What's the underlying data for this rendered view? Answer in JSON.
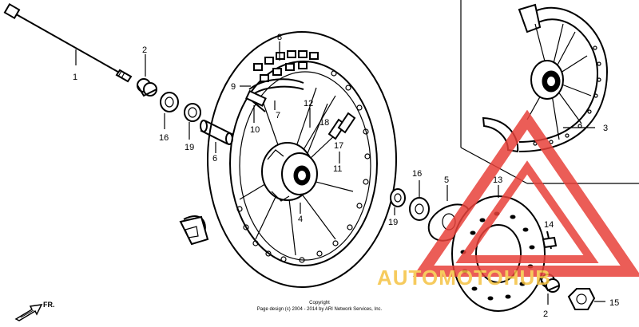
{
  "callouts": [
    {
      "id": "1",
      "label": "1"
    },
    {
      "id": "2a",
      "label": "2"
    },
    {
      "id": "16a",
      "label": "16"
    },
    {
      "id": "19a",
      "label": "19"
    },
    {
      "id": "6",
      "label": "6"
    },
    {
      "id": "8",
      "label": "8"
    },
    {
      "id": "9",
      "label": "9"
    },
    {
      "id": "7",
      "label": "7"
    },
    {
      "id": "10",
      "label": "10"
    },
    {
      "id": "12",
      "label": "12"
    },
    {
      "id": "18",
      "label": "18"
    },
    {
      "id": "17",
      "label": "17"
    },
    {
      "id": "11",
      "label": "11"
    },
    {
      "id": "4",
      "label": "4"
    },
    {
      "id": "3",
      "label": "3"
    },
    {
      "id": "16b",
      "label": "16"
    },
    {
      "id": "5",
      "label": "5"
    },
    {
      "id": "13",
      "label": "13"
    },
    {
      "id": "19b",
      "label": "19"
    },
    {
      "id": "14",
      "label": "14"
    },
    {
      "id": "2b",
      "label": "2"
    },
    {
      "id": "15",
      "label": "15"
    }
  ],
  "direction": "FR.",
  "copyright": {
    "line1": "Copyright",
    "line2": "Page design (c) 2004 - 2014 by ARI Network Services, Inc."
  },
  "watermark": {
    "text": "AUTOMOTOHUB",
    "text_color": "#f5c242",
    "text_color_2": "#666666",
    "triangle_color": "#e8413a"
  }
}
